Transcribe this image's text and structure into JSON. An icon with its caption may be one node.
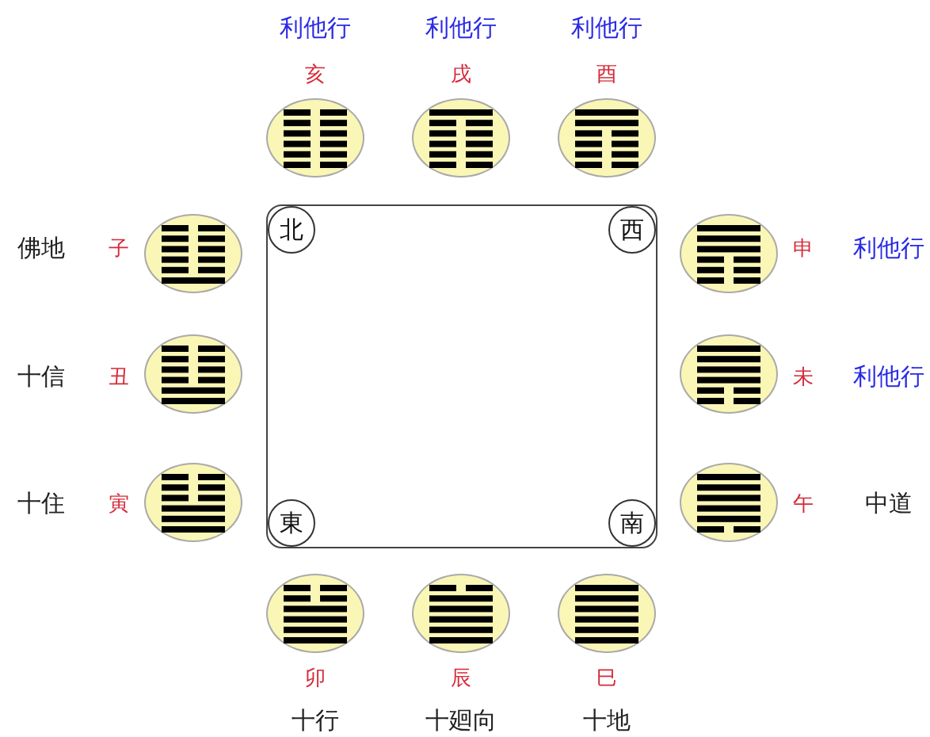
{
  "diagram": {
    "nodes": [
      {
        "text": [],
        "shape": "box"
      },
      {
        "text": [
          "北"
        ],
        "in": 0
      },
      {
        "text": [
          "西"
        ],
        "in": 0
      },
      {
        "text": [
          "東"
        ],
        "in": 0
      },
      {
        "text": [
          "南"
        ],
        "in": 0
      },
      {
        "text": [],
        "shape": "circle",
        "beside": [
          "亥",
          "利他行"
        ]
      },
      {
        "text": [],
        "shape": "circle",
        "beside": [
          "戌",
          "利他行"
        ]
      },
      {
        "text": [],
        "shape": "circle",
        "beside": [
          "酉",
          "利他行"
        ]
      },
      {
        "text": [],
        "shape": "circle",
        "beside": [
          "子",
          "佛地"
        ]
      },
      {
        "text": [],
        "shape": "circle",
        "beside": [
          "申",
          "利他行"
        ]
      },
      {
        "text": [],
        "shape": "circle",
        "beside": [
          "丑",
          "十信"
        ]
      },
      {
        "text": [],
        "shape": "circle",
        "beside": [
          "未",
          "利他行"
        ]
      },
      {
        "text": [],
        "shape": "circle",
        "beside": [
          "寅",
          "十住"
        ]
      },
      {
        "text": [],
        "shape": "circle",
        "beside": [
          "午",
          "中道"
        ]
      },
      {
        "text": [],
        "shape": "circle",
        "beside": [
          "卯",
          "十行"
        ]
      },
      {
        "text": [],
        "shape": "circle",
        "beside": [
          "辰",
          "十廻向"
        ]
      },
      {
        "text": [],
        "shape": "circle",
        "beside": [
          "巳",
          "十地"
        ]
      }
    ],
    "edges": []
  }
}
